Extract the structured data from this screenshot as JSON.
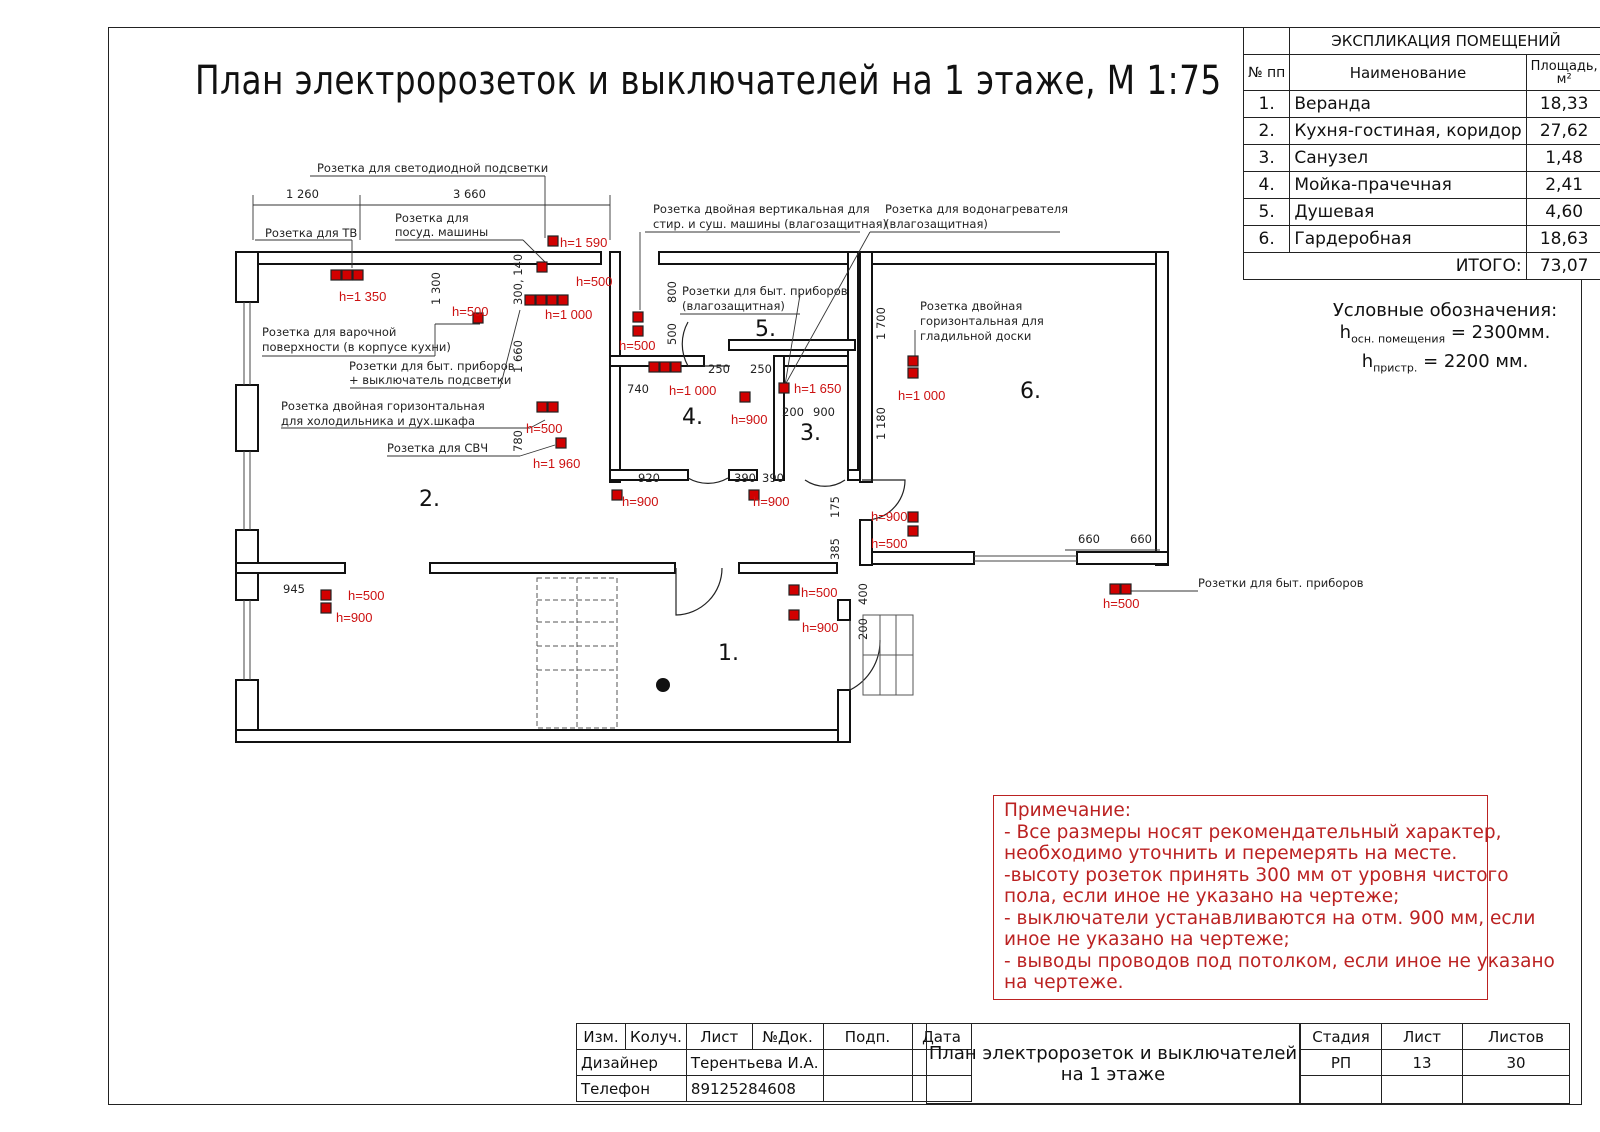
{
  "title": "План электророзеток и выключателей на 1 этаже, М 1:75",
  "explication": {
    "heading": "ЭКСПЛИКАЦИЯ ПОМЕЩЕНИЙ",
    "col_num": "№ пп",
    "col_name": "Наименование",
    "col_area": "Площадь, м²",
    "rows": [
      {
        "num": "1.",
        "name": "Веранда",
        "area": "18,33"
      },
      {
        "num": "2.",
        "name": "Кухня-гостиная, коридор",
        "area": "27,62"
      },
      {
        "num": "3.",
        "name": "Санузел",
        "area": "1,48"
      },
      {
        "num": "4.",
        "name": "Мойка-прачечная",
        "area": "2,41"
      },
      {
        "num": "5.",
        "name": "Душевая",
        "area": "4,60"
      },
      {
        "num": "6.",
        "name": "Гардеробная",
        "area": "18,63"
      }
    ],
    "total_label": "ИТОГО:",
    "total_value": "73,07"
  },
  "legend": {
    "heading": "Условные обозначения:",
    "line1_h": "h",
    "line1_sub": "осн. помещения",
    "line1_val": " = 2300мм.",
    "line2_h": "h",
    "line2_sub": "пристр.",
    "line2_val": " = 2200 мм."
  },
  "note": {
    "lines": [
      "Примечание:",
      "- Все размеры носят рекомендательный характер,",
      "необходимо уточнить и перемерять на месте.",
      "-высоту розеток принять 300 мм от уровня чистого",
      "пола, если иное не указано на чертеже;",
      "- выключатели устанавливаются на отм. 900 мм, если",
      "иное не указано на чертеже;",
      "- выводы проводов под потолком, если иное не указано",
      "на чертеже."
    ]
  },
  "stamp": {
    "headers": [
      "Изм.",
      "Колуч.",
      "Лист",
      "№Док.",
      "Подп.",
      "Дата"
    ],
    "designer_label": "Дизайнер",
    "designer_name": "Терентьева И.А.",
    "phone_label": "Телефон",
    "phone_value": "89125284608",
    "sheet_title_1": "План электророзеток и выключателей",
    "sheet_title_2": "на 1 этаже",
    "stage_label": "Стадия",
    "sheet_label": "Лист",
    "sheets_label": "Листов",
    "stage_value": "РП",
    "sheet_value": "13",
    "sheets_value": "30"
  },
  "plan": {
    "rooms": [
      "1.",
      "2.",
      "3.",
      "4.",
      "5.",
      "6."
    ],
    "callouts": [
      "Розетка для светодиодной подсветки",
      "Розетка для ТВ",
      "Розетка для",
      "посуд. машины",
      "Розетка двойная вертикальная для",
      "стир. и суш. машины (влагозащитная)",
      "Розетка для водонагревателя",
      "(влагозащитная)",
      "Розетки для быт. приборов",
      "(влагозащитная)",
      "Розетка двойная",
      "горизонтальная для",
      "гладильной доски",
      "Розетка для варочной",
      "поверхности (в корпусе кухни)",
      "Розетки для быт. приборов",
      "+ выключатель подсветки",
      "Розетка двойная горизонтальная",
      "для холодильника и дух.шкафа",
      "Розетка для СВЧ",
      "Розетки для быт. приборов"
    ],
    "heights": [
      "h=1 590",
      "h=1 350",
      "h=500",
      "h=500",
      "h=1 000",
      "h=500",
      "h=1 000",
      "h=1 650",
      "h=900",
      "h=1 000",
      "h=500",
      "h=1 960",
      "h=900",
      "h=900",
      "h=500",
      "h=900",
      "h=500",
      "h=900",
      "h=900",
      "h=500",
      "h=500"
    ],
    "dims": [
      "1 260",
      "3 660",
      "1 300",
      "300, 140",
      "1 660",
      "780",
      "800",
      "500",
      "250",
      "250",
      "740",
      "200",
      "900",
      "1 700",
      "1 180",
      "920",
      "390",
      "390",
      "175",
      "385",
      "400",
      "200",
      "660",
      "660",
      "945"
    ]
  }
}
